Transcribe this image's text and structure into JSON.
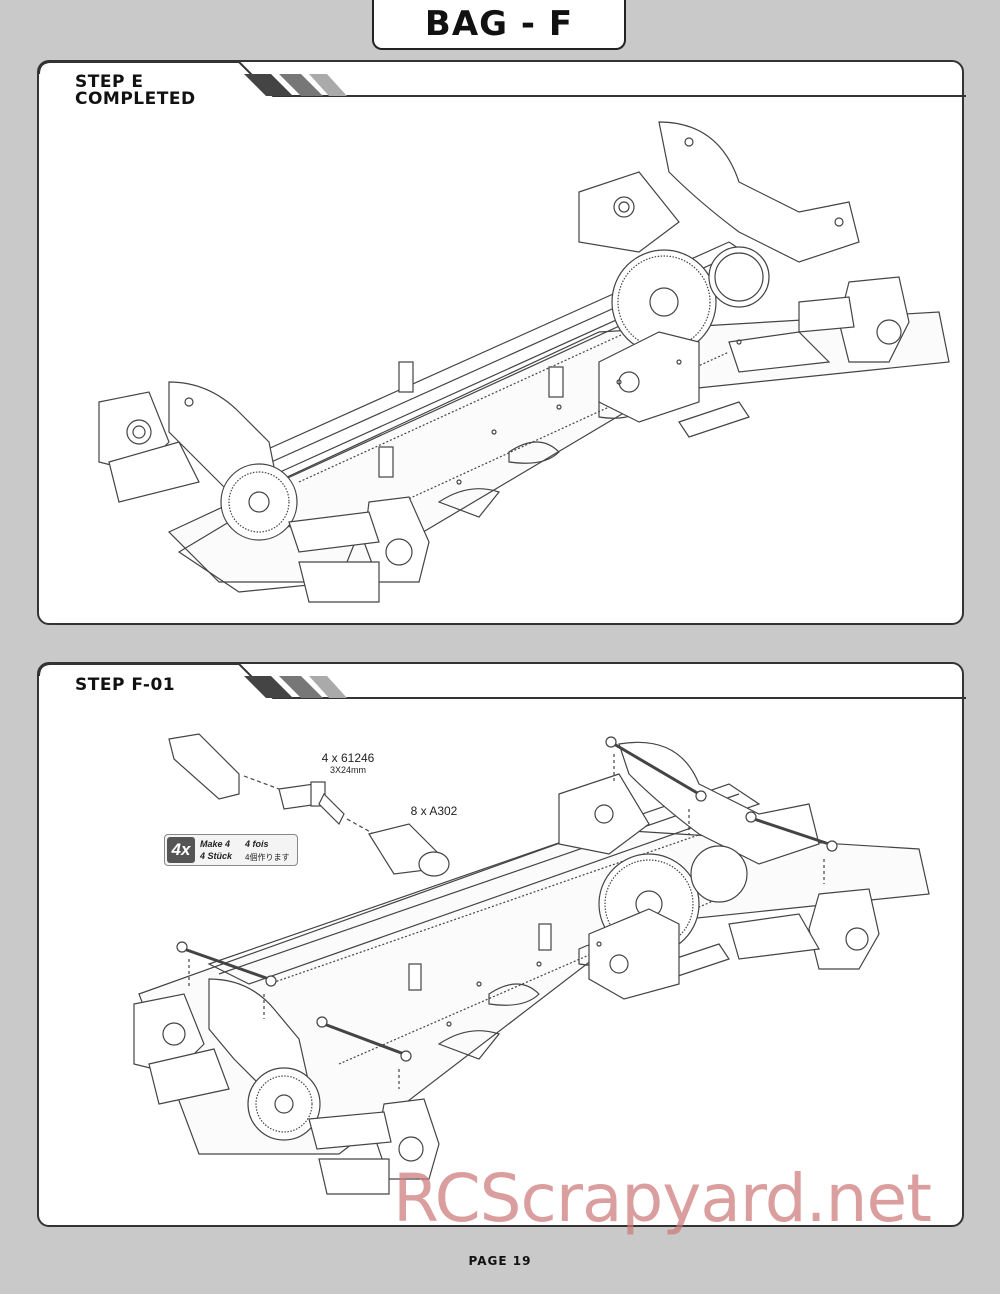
{
  "header": {
    "bag_title": "BAG - F"
  },
  "steps": [
    {
      "title_line1": "STEP E",
      "title_line2": "COMPLETED"
    },
    {
      "title": "STEP F-01"
    }
  ],
  "parts": {
    "screw_qty_code": "4 x 61246",
    "screw_size": "3X24mm",
    "ball_qty_code": "8 x A302"
  },
  "badge": {
    "count": "4x",
    "make_en": "Make 4",
    "make_fr": "4 fois",
    "make_de": "4 Stück",
    "make_jp": "4個作ります"
  },
  "watermark": "RCScrapyard.net",
  "footer": {
    "page_label": "PAGE 19"
  }
}
